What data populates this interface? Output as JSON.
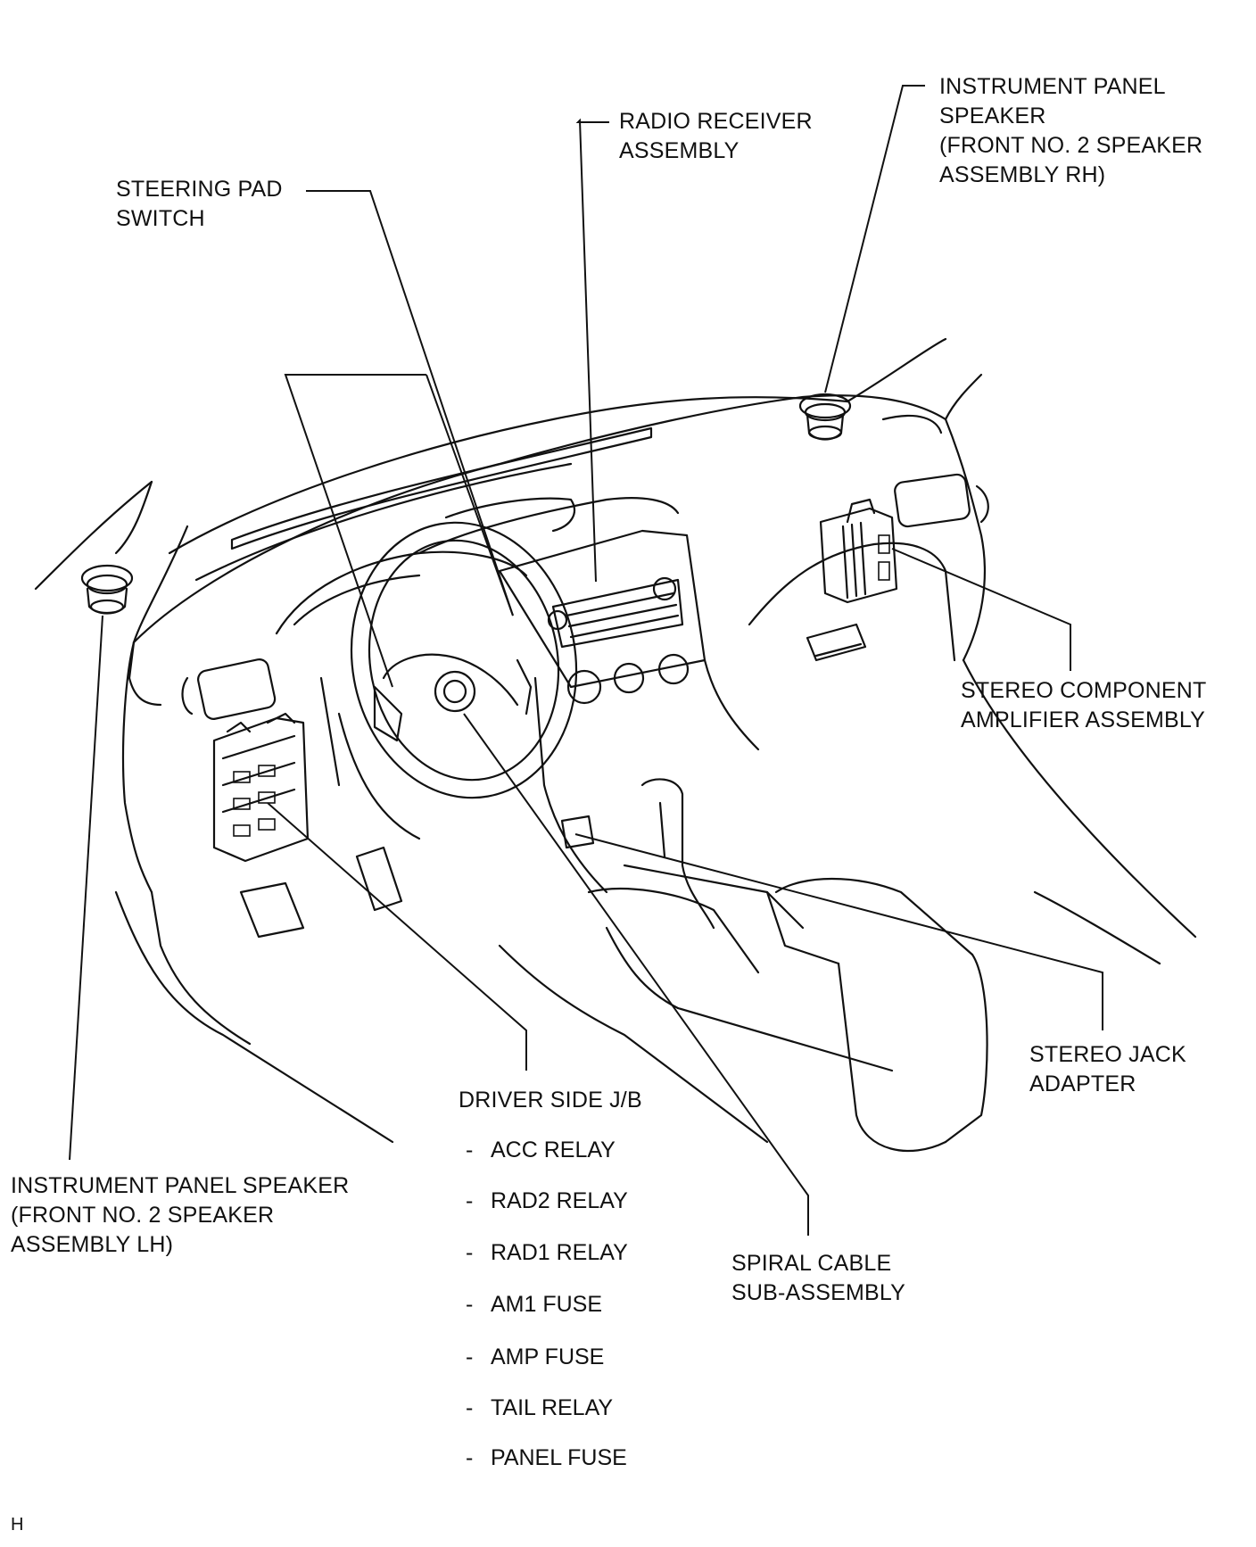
{
  "labels": {
    "radio_receiver": [
      "RADIO RECEIVER",
      "ASSEMBLY"
    ],
    "instrument_panel_speaker_rh": [
      "INSTRUMENT PANEL",
      "SPEAKER",
      "(FRONT NO. 2 SPEAKER",
      "ASSEMBLY RH)"
    ],
    "steering_pad_switch": [
      "STEERING PAD",
      "SWITCH"
    ],
    "stereo_component_amplifier": [
      "STEREO COMPONENT",
      "AMPLIFIER ASSEMBLY"
    ],
    "stereo_jack_adapter": [
      "STEREO JACK",
      "ADAPTER"
    ],
    "driver_side_jb": "DRIVER SIDE J/B",
    "instrument_panel_speaker_lh": [
      "INSTRUMENT PANEL SPEAKER",
      "(FRONT NO. 2 SPEAKER",
      "ASSEMBLY LH)"
    ],
    "spiral_cable": [
      "SPIRAL CABLE",
      "SUB-ASSEMBLY"
    ]
  },
  "jb_items": [
    "ACC RELAY",
    "RAD2 RELAY",
    "RAD1 RELAY",
    "AM1 FUSE",
    "AMP FUSE",
    "TAIL RELAY",
    "PANEL FUSE"
  ],
  "jb_item_prefix": "-",
  "corner_mark": "H"
}
